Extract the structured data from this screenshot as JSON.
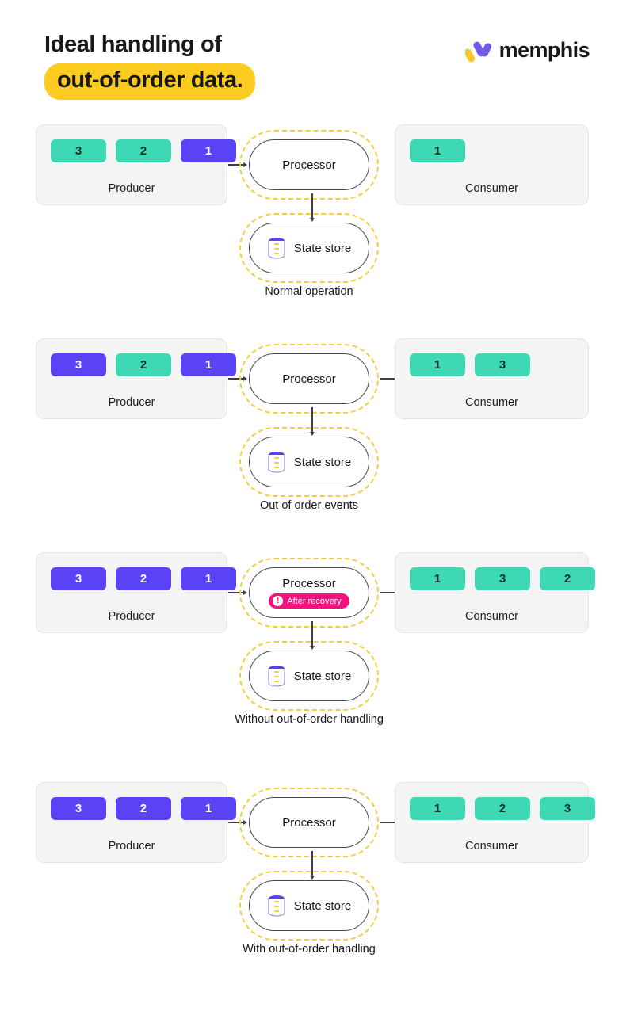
{
  "header": {
    "title_line1": "Ideal handling of",
    "title_line2": "out-of-order data.",
    "highlight_color": "#FCCB20",
    "logo_text": "memphis",
    "logo_icon": "memphis-logo-icon",
    "logo_colors": {
      "yellow": "#F9C62B",
      "purple": "#6C5CE7"
    }
  },
  "colors": {
    "teal_chip": "#3ED8B4",
    "purple_chip": "#5A43F5",
    "panel_bg": "#f4f4f5",
    "halo_dash": "#F5CE3E",
    "badge_pink": "#F5117E"
  },
  "labels": {
    "producer": "Producer",
    "consumer": "Consumer",
    "processor": "Processor",
    "state_store": "State store"
  },
  "rows": [
    {
      "id": "normal-operation",
      "caption": "Normal operation",
      "producer_chips": [
        {
          "value": "3",
          "color": "teal"
        },
        {
          "value": "2",
          "color": "teal"
        },
        {
          "value": "1",
          "color": "purple"
        }
      ],
      "consumer_chips": [
        {
          "value": "1",
          "color": "teal"
        }
      ],
      "badge": null,
      "arrow_in": true,
      "arrow_out": false
    },
    {
      "id": "out-of-order-events",
      "caption": "Out of order events",
      "producer_chips": [
        {
          "value": "3",
          "color": "purple"
        },
        {
          "value": "2",
          "color": "teal"
        },
        {
          "value": "1",
          "color": "purple"
        }
      ],
      "consumer_chips": [
        {
          "value": "1",
          "color": "teal"
        },
        {
          "value": "3",
          "color": "teal"
        }
      ],
      "badge": null,
      "arrow_in": true,
      "arrow_out": true
    },
    {
      "id": "without-out-of-order-handling",
      "caption": "Without out-of-order handling",
      "producer_chips": [
        {
          "value": "3",
          "color": "purple"
        },
        {
          "value": "2",
          "color": "purple"
        },
        {
          "value": "1",
          "color": "purple"
        }
      ],
      "consumer_chips": [
        {
          "value": "1",
          "color": "teal"
        },
        {
          "value": "3",
          "color": "teal"
        },
        {
          "value": "2",
          "color": "teal"
        }
      ],
      "badge": {
        "text": "After recovery",
        "icon": "exclamation-icon",
        "glyph": "!"
      },
      "arrow_in": true,
      "arrow_out": true
    },
    {
      "id": "with-out-of-order-handling",
      "caption": "With out-of-order handling",
      "producer_chips": [
        {
          "value": "3",
          "color": "purple"
        },
        {
          "value": "2",
          "color": "purple"
        },
        {
          "value": "1",
          "color": "purple"
        }
      ],
      "consumer_chips": [
        {
          "value": "1",
          "color": "teal"
        },
        {
          "value": "2",
          "color": "teal"
        },
        {
          "value": "3",
          "color": "teal"
        }
      ],
      "badge": null,
      "arrow_in": true,
      "arrow_out": true
    }
  ],
  "row_tops": [
    157,
    427,
    697,
    987
  ]
}
